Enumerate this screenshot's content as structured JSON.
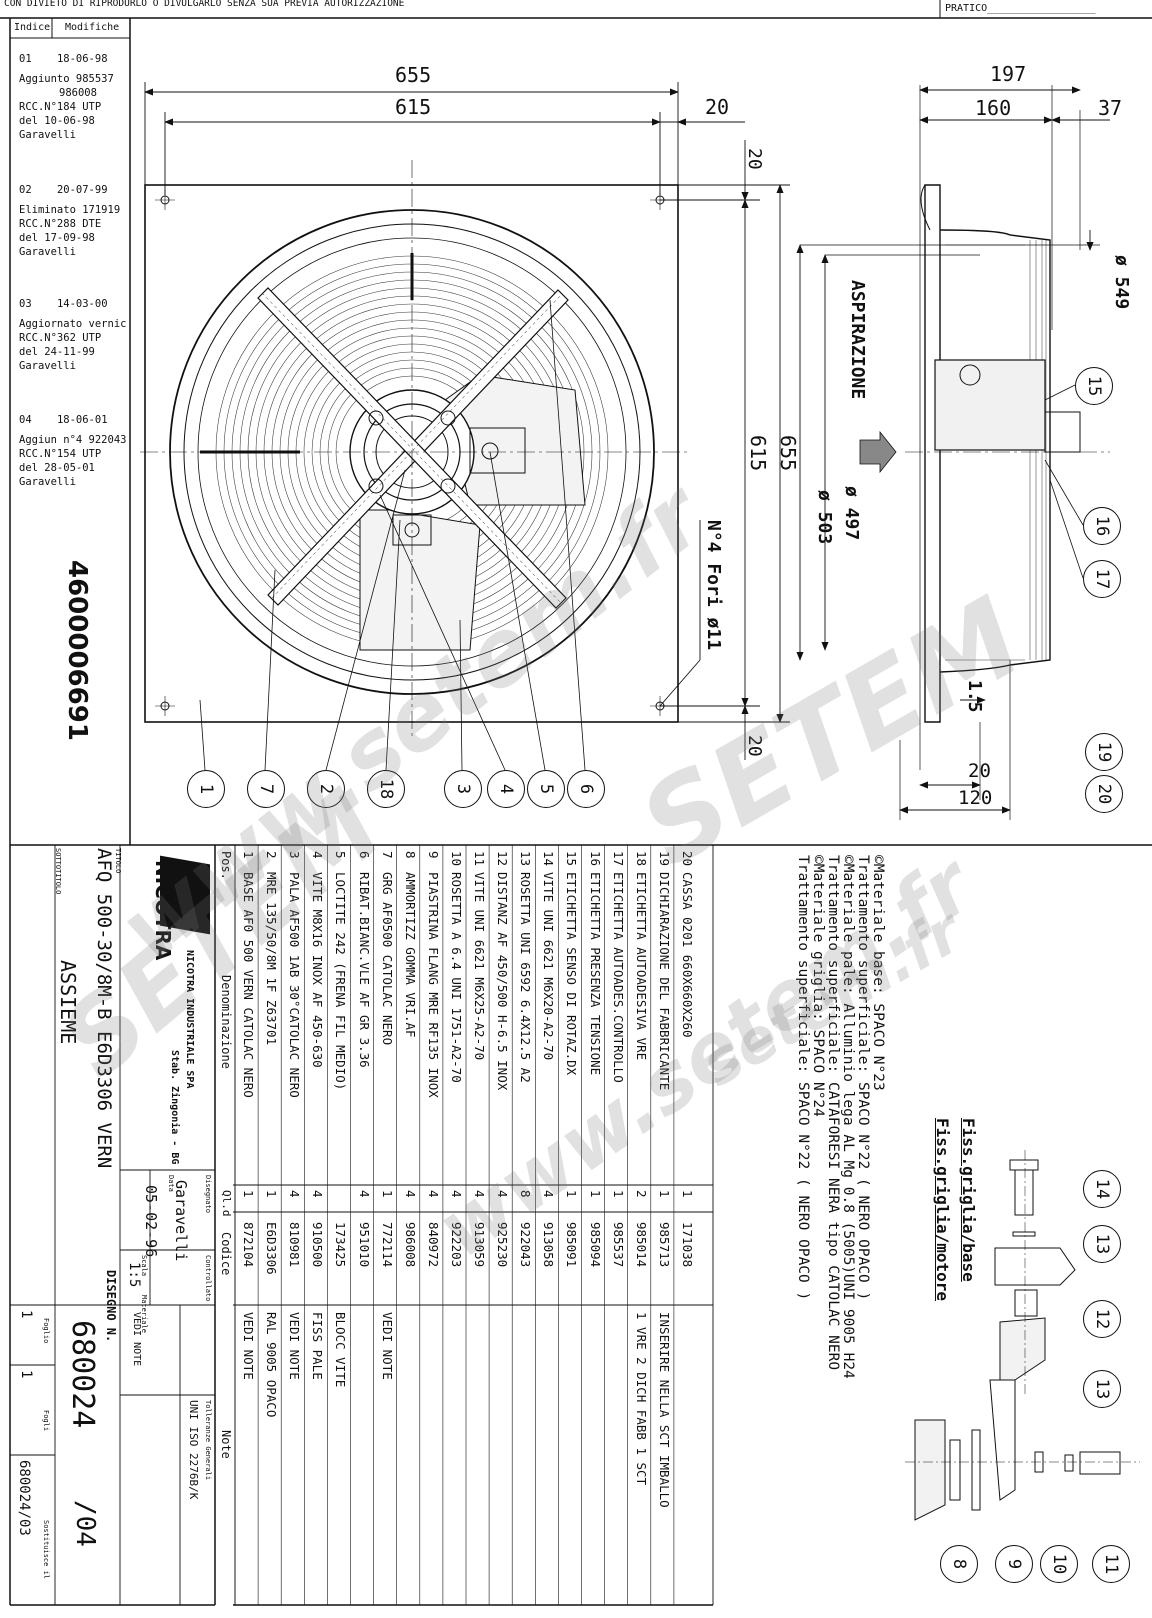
{
  "header": {
    "copyright_notice": "CON DIVIETO DI RIPRODURLO O DIVULGARLO SENZA SUA PREVIA AUTORIZZAZIONE",
    "pratico_label": "PRATICO"
  },
  "revisions": {
    "col_index": "Indice",
    "col_changes": "Modifiche",
    "entries": [
      {
        "index": "01",
        "date": "18-06-98",
        "lines": [
          "Aggiunto 985537",
          "986008",
          "RCC.N°184   UTP",
          "del 10-06-98",
          "Garavelli"
        ]
      },
      {
        "index": "02",
        "date": "20-07-99",
        "lines": [
          "Eliminato 171919",
          "RCC.N°288   DTE",
          "del 17-09-98",
          "Garavelli"
        ]
      },
      {
        "index": "03",
        "date": "14-03-00",
        "lines": [
          "Aggiornato vernic",
          "RCC.N°362   UTP",
          "del 24-11-99",
          "Garavelli"
        ]
      },
      {
        "index": "04",
        "date": "18-06-01",
        "lines": [
          "Aggiun n°4 922043",
          "RCC.N°154   UTP",
          "del 28-05-01",
          "Garavelli"
        ]
      }
    ],
    "big_code": "4600006691"
  },
  "dimensions": {
    "d655_top": "655",
    "d615_top": "615",
    "d20_top": "20",
    "d20_right_top": "20",
    "d615_side": "615",
    "d655_side": "655",
    "d20_right_bottom": "20",
    "holes": "N°4 Fori ø11",
    "d197": "197",
    "d160": "160",
    "d37": "37",
    "phi549": "ø 549",
    "phi497": "ø 497",
    "phi503": "ø 503",
    "aspirazione": "ASPIRAZIONE",
    "d15": "1.5",
    "d20_bottom": "20",
    "d120": "120"
  },
  "balloons_front": [
    "1",
    "7",
    "2",
    "18",
    "3",
    "4",
    "5",
    "6"
  ],
  "balloons_side": [
    "15",
    "16",
    "17",
    "19",
    "20"
  ],
  "balloons_detail": [
    "14",
    "13",
    "12",
    "13",
    "8",
    "9",
    "10",
    "11"
  ],
  "detail_labels": {
    "fix1": "Fiss.griglia/base",
    "fix2": "Fiss.griglia/motore"
  },
  "materials": [
    "©Materiale base: SPACO N°23",
    "Trattamento superficiale: SPACO N°22 ( NERO OPACO )",
    "©Materiale pale: Alluminio lega AL Mg 0.8 (5005)UNI 9005 H24",
    "Trattamento superficiale: CATAFORESI NERA tipo CATOLAC NERO",
    "©Materiale griglia: SPACO N°24",
    "Trattamento superficiale: SPACO  N°22 ( NERO OPACO )"
  ],
  "bom": {
    "headers": {
      "pos": "Pos.",
      "denom": "Denominazione",
      "qty": "Ql.d",
      "code": "Codice",
      "note": "Note"
    },
    "rows": [
      {
        "pos": "20",
        "denom": "CASSA 0201 660X660X260",
        "qty": "1",
        "code": "171038",
        "note": ""
      },
      {
        "pos": "19",
        "denom": "DICHIARAZIONE DEL FABBRICANTE",
        "qty": "1",
        "code": "985713",
        "note": "INSERIRE NELLA SCT  IMBALLO"
      },
      {
        "pos": "18",
        "denom": "ETICHETTA AUTOADESIVA VRE",
        "qty": "2",
        "code": "985014",
        "note": "1 VRE 2 DICH FABB 1 SCT"
      },
      {
        "pos": "17",
        "denom": "ETICHETTA AUTOADES.CONTROLLO",
        "qty": "1",
        "code": "985537",
        "note": ""
      },
      {
        "pos": "16",
        "denom": "ETICHETTA PRESENZA TENSIONE",
        "qty": "1",
        "code": "985094",
        "note": ""
      },
      {
        "pos": "15",
        "denom": "ETICHETTA SENSO DI ROTAZ.DX",
        "qty": "1",
        "code": "985091",
        "note": ""
      },
      {
        "pos": "14",
        "denom": "VITE UNI 6621 M6X20-A2-70",
        "qty": "4",
        "code": "913058",
        "note": ""
      },
      {
        "pos": "13",
        "denom": "ROSETTA UNI 6592 6.4X12.5 A2",
        "qty": "8",
        "code": "922043",
        "note": ""
      },
      {
        "pos": "12",
        "denom": "DISTANZ AF 450/500 H-6.5 INOX",
        "qty": "4",
        "code": "925230",
        "note": ""
      },
      {
        "pos": "11",
        "denom": "VITE UNI 6621 M6X25-A2-70",
        "qty": "4",
        "code": "913059",
        "note": ""
      },
      {
        "pos": "10",
        "denom": "ROSETTA A 6.4 UNI 1751-A2-70",
        "qty": "4",
        "code": "922203",
        "note": ""
      },
      {
        "pos": "9",
        "denom": "PIASTRINA FLANG MRE RF135 INOX",
        "qty": "4",
        "code": "840972",
        "note": ""
      },
      {
        "pos": "8",
        "denom": "AMMORTIZZ GOMMA VRI.AF",
        "qty": "4",
        "code": "986008",
        "note": ""
      },
      {
        "pos": "7",
        "denom": "GRG AF0500 CATOLAC NERO",
        "qty": "1",
        "code": "772114",
        "note": "VEDI NOTE"
      },
      {
        "pos": "6",
        "denom": "RIBAT.BIANC.VLE AF GR 3.36",
        "qty": "4",
        "code": "951010",
        "note": ""
      },
      {
        "pos": "5",
        "denom": "LOCTITE 242 (FRENA FIL MEDIO)",
        "qty": "",
        "code": "173425",
        "note": "BLOCC VITE"
      },
      {
        "pos": "4",
        "denom": "VITE M8X16 INOX AF 450-630",
        "qty": "4",
        "code": "910500",
        "note": "FISS PALE"
      },
      {
        "pos": "3",
        "denom": "PALA AF500 1AB 30°CATOLAC NERO",
        "qty": "4",
        "code": "810981",
        "note": "VEDI NOTE"
      },
      {
        "pos": "2",
        "denom": "MRE 135/50/8M 1F Z63701",
        "qty": "1",
        "code": "E6D3306",
        "note": "RAL 9005 OPACO"
      },
      {
        "pos": "1",
        "denom": "BASE AF0 500 VERN CATOLAC NERO",
        "qty": "1",
        "code": "872104",
        "note": "VEDI NOTE"
      }
    ]
  },
  "titleblock": {
    "brand": "NICOTRA",
    "company": "NICOTRA INDUSTRIALE SPA",
    "plant": "Stab. Zingonia - BG",
    "titolo_label": "TITOLO",
    "title": "AFQ 500-30/8M-B E6D3306 VERN",
    "subtitle_label": "SOTTOTITOLO",
    "subtitle": "ASSIEME",
    "designer_label": "Disegnato",
    "designer": "Garavelli",
    "date_label": "Data",
    "date": "05-02-96",
    "checked_label": "Controllato",
    "scale_label": "Scala",
    "scale": "1:5",
    "material_label": "Materiale",
    "material": "VEDI NOTE",
    "tolerances_label": "Tolleranze Generali",
    "tolerances": "UNI ISO 2276B/K",
    "drawing_label": "DISEGNO N.",
    "drawing_no": "680024",
    "rev": "/04",
    "sheet_label": "Foglio",
    "sheet": "1",
    "sheets_label": "Fogli",
    "sheets": "1",
    "replaces_label": "Sostituisce il",
    "replaces": "680024/03"
  },
  "watermarks": [
    "www.setem.fr",
    "SETEM",
    "SETEM",
    "setem.fr",
    "www.setem.fr"
  ]
}
